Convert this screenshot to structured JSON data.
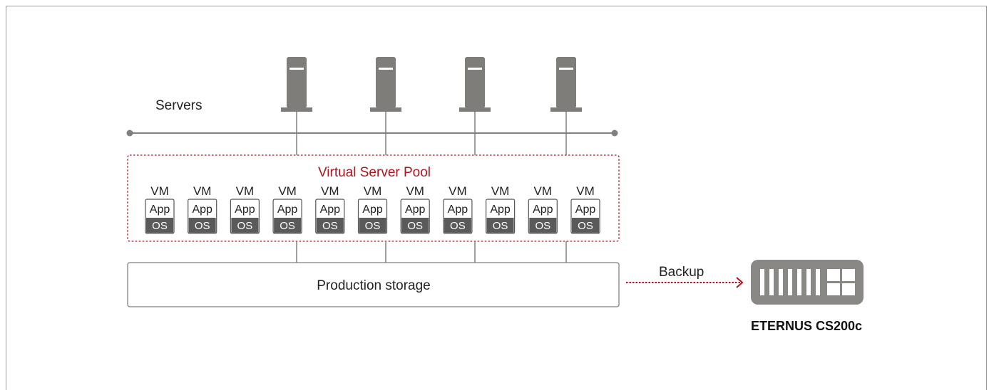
{
  "labels": {
    "servers": "Servers",
    "pool_title": "Virtual Server Pool",
    "production_storage": "Production storage",
    "backup": "Backup",
    "product_name": "ETERNUS CS200c"
  },
  "vms": [
    {
      "vm": "VM",
      "app": "App",
      "os": "OS"
    },
    {
      "vm": "VM",
      "app": "App",
      "os": "OS"
    },
    {
      "vm": "VM",
      "app": "App",
      "os": "OS"
    },
    {
      "vm": "VM",
      "app": "App",
      "os": "OS"
    },
    {
      "vm": "VM",
      "app": "App",
      "os": "OS"
    },
    {
      "vm": "VM",
      "app": "App",
      "os": "OS"
    },
    {
      "vm": "VM",
      "app": "App",
      "os": "OS"
    },
    {
      "vm": "VM",
      "app": "App",
      "os": "OS"
    },
    {
      "vm": "VM",
      "app": "App",
      "os": "OS"
    },
    {
      "vm": "VM",
      "app": "App",
      "os": "OS"
    },
    {
      "vm": "VM",
      "app": "App",
      "os": "OS"
    }
  ],
  "server_icons": [
    "server-tower-icon",
    "server-tower-icon",
    "server-tower-icon",
    "server-tower-icon"
  ],
  "colors": {
    "server_gray": "#7f7d79",
    "accent_red": "#b5121b",
    "os_dark": "#5a5a5a",
    "line_gray": "#808080",
    "storage_icon": "#8a8884"
  }
}
